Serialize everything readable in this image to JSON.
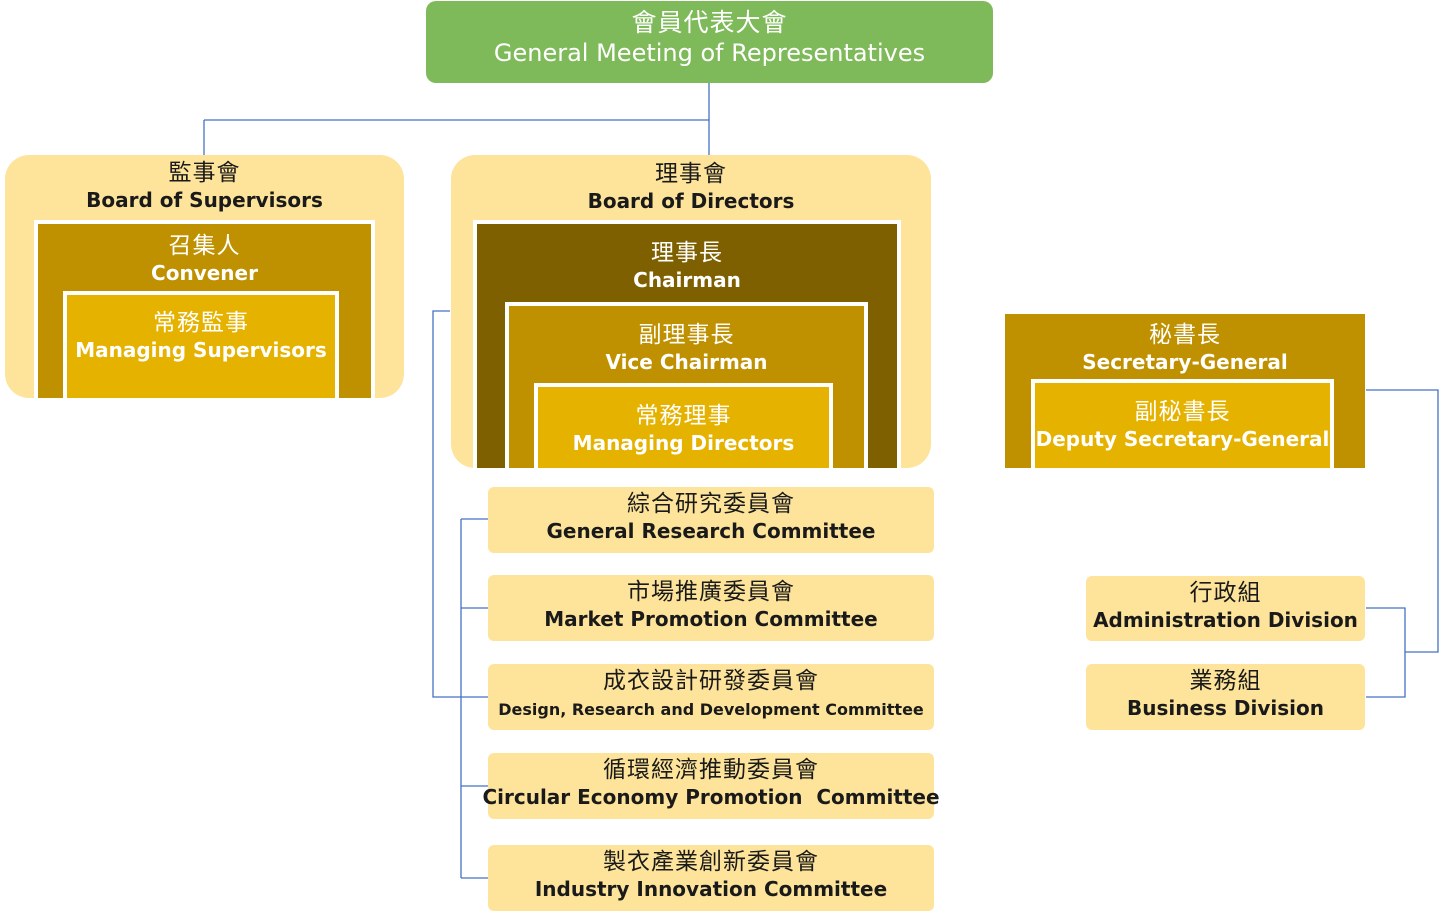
{
  "colors": {
    "green": "#7fba5a",
    "light_yellow": "#fde49a",
    "dark_brown": "#7f6000",
    "mid_gold": "#bf9000",
    "bright_gold": "#e6b200",
    "line_blue": "#4472c4"
  },
  "top": {
    "zh": "會員代表大會",
    "en": "General Meeting of Representatives"
  },
  "supervisors": {
    "board": {
      "zh": "監事會",
      "en": "Board of Supervisors"
    },
    "convener": {
      "zh": "召集人",
      "en": "Convener"
    },
    "managing": {
      "zh": "常務監事",
      "en": "Managing Supervisors"
    }
  },
  "directors": {
    "board": {
      "zh": "理事會",
      "en": "Board of Directors"
    },
    "chairman": {
      "zh": "理事長",
      "en": "Chairman"
    },
    "vice": {
      "zh": "副理事長",
      "en": "Vice Chairman"
    },
    "managing": {
      "zh": "常務理事",
      "en": "Managing Directors"
    }
  },
  "secretariat": {
    "sg": {
      "zh": "秘書長",
      "en": "Secretary-General"
    },
    "deputy": {
      "zh": "副秘書長",
      "en": "Deputy Secretary-General"
    }
  },
  "committees": [
    {
      "zh": "綜合研究委員會",
      "en": "General Research Committee"
    },
    {
      "zh": "市場推廣委員會",
      "en": "Market Promotion Committee"
    },
    {
      "zh": "成衣設計研發委員會",
      "en": "Design, Research and Development Committee"
    },
    {
      "zh": "循環經濟推動委員會",
      "en": "Circular Economy Promotion  Committee"
    },
    {
      "zh": "製衣產業創新委員會",
      "en": "Industry Innovation Committee"
    }
  ],
  "divisions": [
    {
      "zh": "行政組",
      "en": "Administration Division"
    },
    {
      "zh": "業務組",
      "en": "Business Division"
    }
  ]
}
